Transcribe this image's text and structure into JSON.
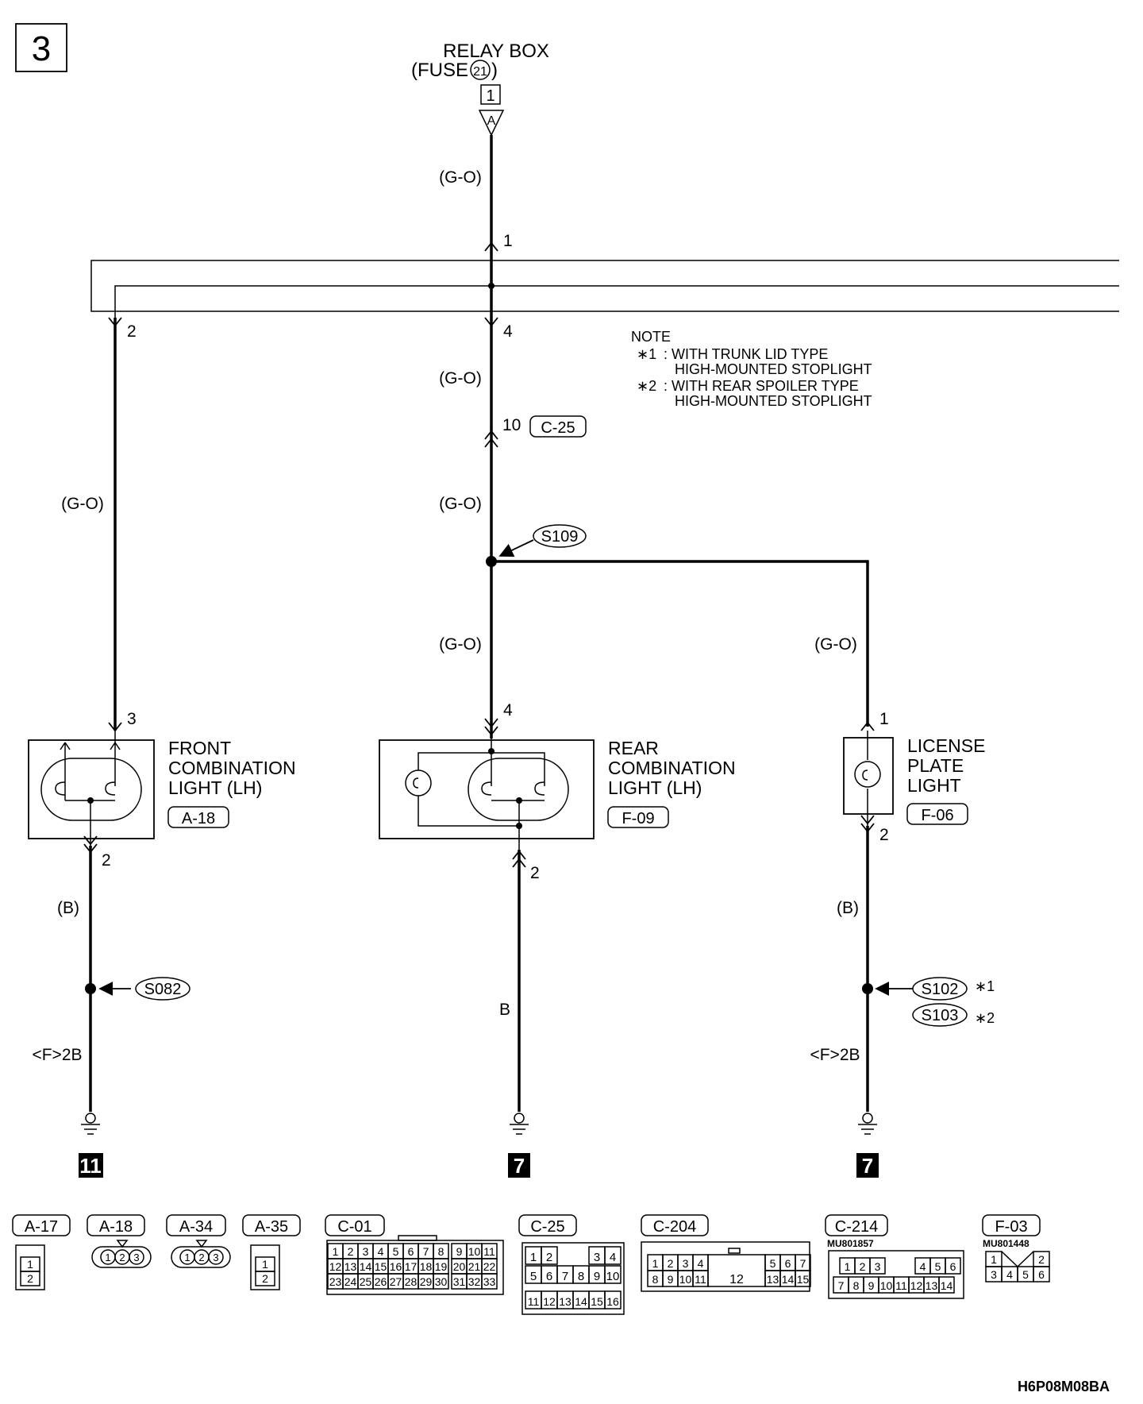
{
  "page_number": "3",
  "relay_box": {
    "line1": "RELAY BOX",
    "line2_prefix": "(FUSE",
    "fuse_no": "21",
    "line2_suffix": ")",
    "connector_pin": "1",
    "connector_letter": "A"
  },
  "wire_colors": {
    "g_o": "(G-O)",
    "b": "(B)",
    "b_plain": "B"
  },
  "pins": {
    "p1": "1",
    "p2": "2",
    "p3": "3",
    "p4": "4",
    "p10": "10"
  },
  "connectors": {
    "c25": "C-25",
    "a18": "A-18",
    "f09": "F-09",
    "f06": "F-06"
  },
  "splices": {
    "s109": "S109",
    "s082": "S082",
    "s102": "S102",
    "s103": "S103"
  },
  "note": {
    "title": "NOTE",
    "n1_mark": "∗1",
    "n1_line1": ": WITH TRUNK LID TYPE",
    "n1_line2": "HIGH-MOUNTED STOPLIGHT",
    "n2_mark": "∗2",
    "n2_line1": ": WITH REAR SPOILER TYPE",
    "n2_line2": "HIGH-MOUNTED STOPLIGHT"
  },
  "star1": "∗1",
  "star2": "∗2",
  "components": {
    "front": [
      "FRONT",
      "COMBINATION",
      "LIGHT (LH)"
    ],
    "rear": [
      "REAR",
      "COMBINATION",
      "LIGHT (LH)"
    ],
    "license": [
      "LICENSE",
      "PLATE",
      "LIGHT"
    ]
  },
  "grounds": {
    "g1_code": "<F>2B",
    "g1_ref": "11",
    "g2_ref": "7",
    "g3_code": "<F>2B",
    "g3_ref": "7"
  },
  "connector_views": {
    "a17": {
      "label": "A-17",
      "pins": [
        "1",
        "2"
      ]
    },
    "a18": {
      "label": "A-18",
      "pins": [
        "1",
        "2",
        "3"
      ]
    },
    "a34": {
      "label": "A-34",
      "pins": [
        "1",
        "2",
        "3"
      ]
    },
    "a35": {
      "label": "A-35",
      "pins": [
        "1",
        "2"
      ]
    },
    "c01": {
      "label": "C-01",
      "row1": [
        "1",
        "2",
        "3",
        "4",
        "5",
        "6",
        "7",
        "8",
        "9",
        "10",
        "11"
      ],
      "row2": [
        "12",
        "13",
        "14",
        "15",
        "16",
        "17",
        "18",
        "19",
        "20",
        "21",
        "22"
      ],
      "row3": [
        "23",
        "24",
        "25",
        "26",
        "27",
        "28",
        "29",
        "30",
        "31",
        "32",
        "33"
      ]
    },
    "c25": {
      "label": "C-25",
      "row1": [
        "1",
        "2",
        "3",
        "4"
      ],
      "row2": [
        "5",
        "6",
        "7",
        "8",
        "9",
        "10"
      ],
      "row3": [
        "11",
        "12",
        "13",
        "14",
        "15",
        "16"
      ]
    },
    "c204": {
      "label": "C-204",
      "row1": [
        "1",
        "2",
        "3",
        "4",
        "5",
        "6",
        "7"
      ],
      "row2": [
        "8",
        "9",
        "10",
        "11",
        "13",
        "14",
        "15"
      ],
      "center": "12"
    },
    "c214": {
      "label": "C-214",
      "part_no": "MU801857",
      "row1": [
        "1",
        "2",
        "3",
        "4",
        "5",
        "6"
      ],
      "row2": [
        "7",
        "8",
        "9",
        "10",
        "11",
        "12",
        "13",
        "14"
      ]
    },
    "f03": {
      "label": "F-03",
      "part_no": "MU801448",
      "row1": [
        "1",
        "2"
      ],
      "row2": [
        "3",
        "4",
        "5",
        "6"
      ]
    }
  },
  "figure_code": "H6P08M08BA"
}
